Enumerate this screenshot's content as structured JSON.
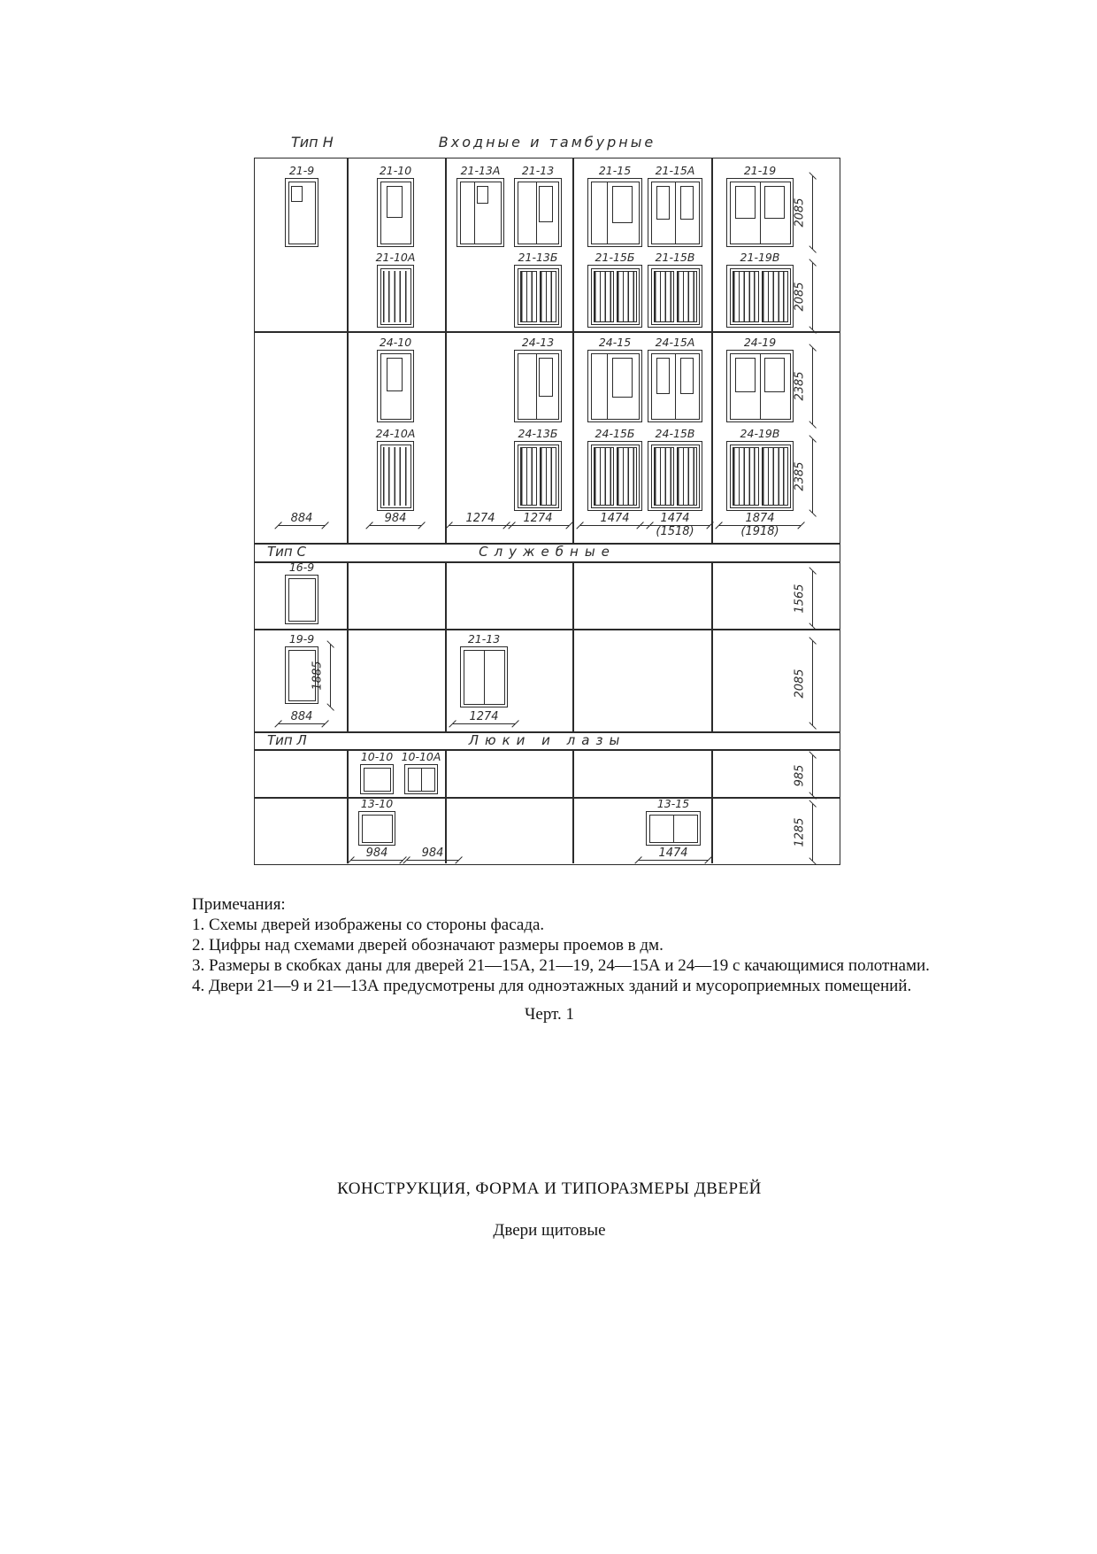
{
  "dwg": {
    "h": {
      "type": "Тип Н",
      "title": "Входные и тамбурные",
      "l21_9": "21-9",
      "l21_10": "21-10",
      "l21_13a": "21-13А",
      "l21_13": "21-13",
      "l21_15": "21-15",
      "l21_15a": "21-15А",
      "l21_19": "21-19",
      "l21_10l": "21-10А",
      "l21_13l": "21-13Б",
      "l21_15l": "21-15Б",
      "l21_15vl": "21-15В",
      "l21_19l": "21-19В",
      "l24_10": "24-10",
      "l24_13": "24-13",
      "l24_15": "24-15",
      "l24_15a": "24-15А",
      "l24_19": "24-19",
      "l24_10l": "24-10А",
      "l24_13l": "24-13Б",
      "l24_15l": "24-15Б",
      "l24_15vl": "24-15В",
      "l24_19l": "24-19В",
      "dim21": "2085",
      "dim24": "2385",
      "w1": "884",
      "w2": "984",
      "w3": "1274",
      "w4": "1274",
      "w5": "1474",
      "w6": "1474",
      "w6p": "(1518)",
      "w7": "1874",
      "w7p": "(1918)"
    },
    "c": {
      "type": "Тип С",
      "title": "Служебные",
      "l16_9": "16-9",
      "l19_9": "19-9",
      "l21_13": "21-13",
      "dim1": "1565",
      "dim2": "2085",
      "h19": "1885",
      "w19": "884",
      "w21": "1274"
    },
    "l": {
      "type": "Тип Л",
      "title": "Люки и лазы",
      "l10_10": "10-10",
      "l10_10a": "10-10А",
      "l13_10": "13-10",
      "l13_15": "13-15",
      "dim1": "985",
      "dim2": "1285",
      "w13": "984",
      "w13b": "984",
      "w15": "1474"
    }
  },
  "notes": {
    "heading": "Примечания:",
    "items": [
      "1. Схемы дверей изображены со стороны фасада.",
      "2. Цифры над схемами дверей обозначают размеры проемов в дм.",
      "3. Размеры в скобках даны для дверей 21—15А, 21—19, 24—15А и 24—19 с качающимися полотнами.",
      "4. Двери 21—9 и 21—13А предусмотрены для одноэтажных зданий и мусороприемных помещений."
    ],
    "figure_caption": "Черт. 1"
  },
  "footer": {
    "heading": "КОНСТРУКЦИЯ, ФОРМА И ТИПОРАЗМЕРЫ ДВЕРЕЙ",
    "subheading": "Двери щитовые"
  }
}
